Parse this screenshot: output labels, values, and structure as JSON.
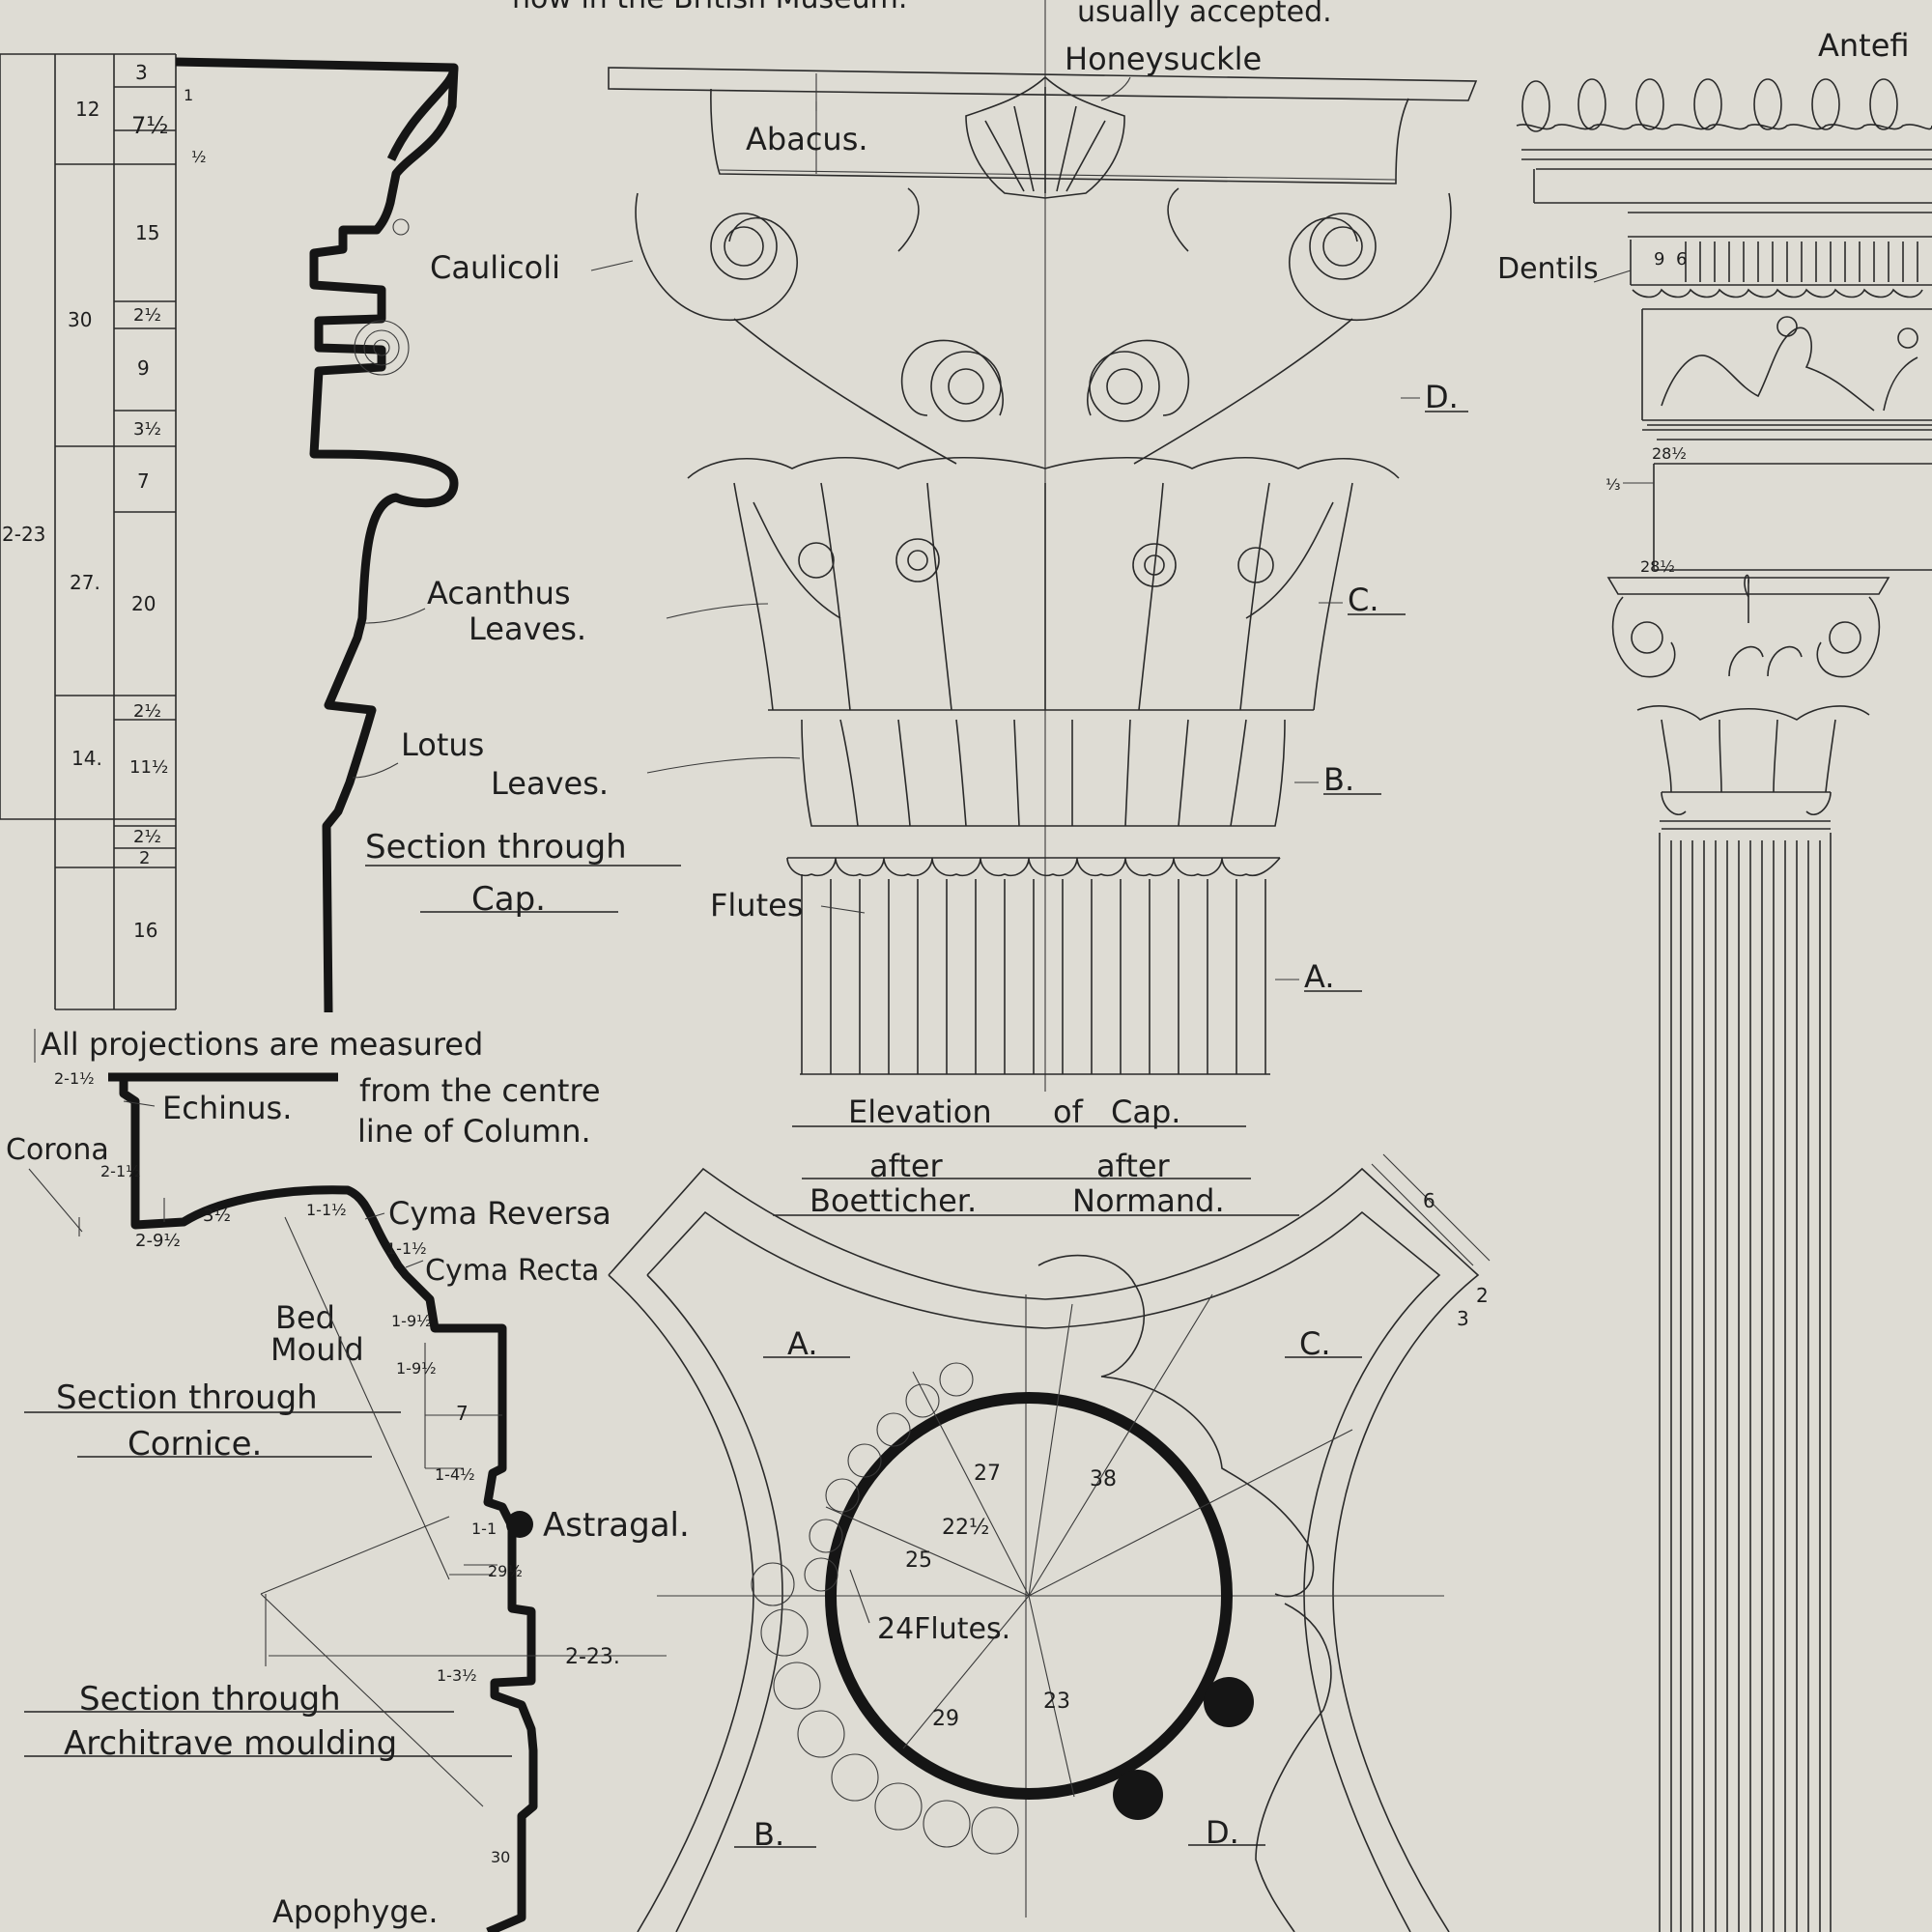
{
  "header": {
    "left_fragment": "now in the British Museum.",
    "right_fragment": "usually accepted."
  },
  "elevation": {
    "honeysuckle": "Honeysuckle",
    "abacus": "Abacus.",
    "caulicoli": "Caulicoli",
    "acanthus_1": "Acanthus",
    "acanthus_2": "Leaves.",
    "lotus_1": "Lotus",
    "lotus_2": "Leaves.",
    "flutes": "Flutes",
    "zone_a": "A.",
    "zone_b": "B.",
    "zone_c": "C.",
    "zone_d": "D.",
    "title_1": "Elevation",
    "title_2": "of",
    "title_3": "Cap.",
    "after_left": "after",
    "after_right": "after",
    "author_left": "Boetticher.",
    "author_right": "Normand."
  },
  "cap_section": {
    "title_1": "Section through",
    "title_2": "Cap.",
    "dims_outer": [
      "12",
      "30",
      "2-23",
      "27.",
      "14."
    ],
    "dims_inner": [
      "3",
      "1",
      "7½",
      "½",
      "15",
      "2½",
      "9",
      "3½",
      "7",
      "20",
      "2½",
      "11½",
      "2½",
      "2",
      "16"
    ]
  },
  "cornice": {
    "note_1": "All projections are measured",
    "note_2": "from the centre",
    "note_3": "line of Column.",
    "echinus": "Echinus.",
    "corona": "Corona",
    "cyma_reversa": "Cyma Reversa",
    "cyma_recta": "Cyma Recta",
    "bed_mould_1": "Bed",
    "bed_mould_2": "Mould",
    "title_1": "Section through",
    "title_2": "Cornice.",
    "astragal": "Astragal.",
    "architrave_1": "Section through",
    "architrave_2": "Architrave moulding",
    "apophyge": "Apophyge.",
    "dims": [
      "2-1½",
      "2-1½",
      "3½",
      "2-9½",
      "1-1½",
      "1-1½",
      "1-9½",
      "1-9½",
      "7",
      "1-4½",
      "1-1",
      "29½",
      "2-23.",
      "1-3½",
      "30"
    ]
  },
  "plan": {
    "zone_a": "A.",
    "zone_b": "B.",
    "zone_c": "C.",
    "zone_d": "D.",
    "flutes": "24Flutes.",
    "dims": [
      "27",
      "38",
      "22½",
      "25",
      "29",
      "23",
      "6",
      "2",
      "3"
    ]
  },
  "order": {
    "antefix": "Antefi",
    "dentils": "Dentils",
    "dims": [
      "9",
      "6",
      "28½",
      "⅓",
      "28½"
    ]
  }
}
